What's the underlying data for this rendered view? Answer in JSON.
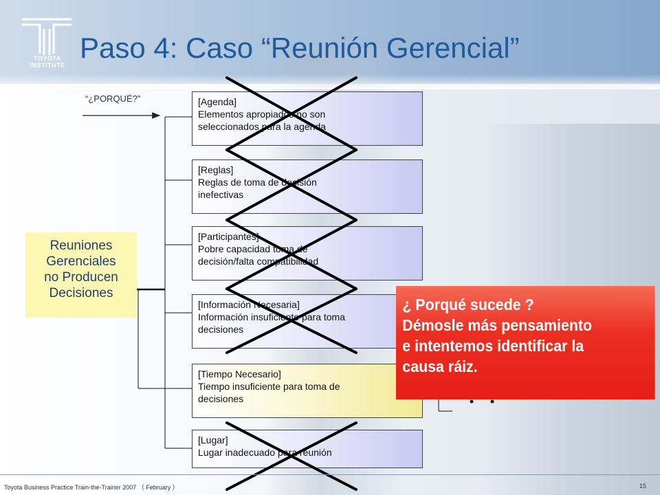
{
  "header": {
    "logo_text": "TOYOTA INSTITUTE",
    "title": "Paso 4: Caso “Reunión Gerencial”"
  },
  "diagram": {
    "why_label": "“¿PORQUÉ?”",
    "root": {
      "lines": [
        "Reuniones",
        "Gerenciales",
        "no Producen",
        "Decisiones"
      ]
    },
    "causes": [
      {
        "category": "[Agenda]",
        "lines": [
          "Elementos apropiados no son",
          "seleccionados para la agenda"
        ],
        "crossed": true
      },
      {
        "category": "[Reglas]",
        "lines": [
          "Reglas de toma de decisión",
          "inefectivas"
        ],
        "crossed": true
      },
      {
        "category": "[Participantes]",
        "lines": [
          "Pobre capacidad toma de",
          "decisión/falta compatibilidad"
        ],
        "crossed": true
      },
      {
        "category": "[Información Necesaria]",
        "lines": [
          "Información insuficiente para toma",
          "decisiones"
        ],
        "crossed": true
      },
      {
        "category": "[Tiempo Necesario]",
        "lines": [
          "Tiempo insuficiente para toma de",
          "decisiones"
        ],
        "crossed": false
      },
      {
        "category": "[Lugar]",
        "lines": [
          "Lugar inadecuado para reunión"
        ],
        "crossed": true
      }
    ],
    "callout": {
      "lines": [
        "¿ Porqué sucede ?",
        "Démosle más pensamiento",
        "e intentemos identificar la",
        "causa ráiz."
      ]
    }
  },
  "footer": {
    "text": "Toyota Business Practice Train-the-Trainer 2007 （ February ）",
    "page": "15"
  },
  "colors": {
    "title": "#1f5a9a",
    "root_fill": "#fcf8b4",
    "box_fill_blue": "#c9c9f2",
    "box_fill_yellow": "#f1ea93",
    "callout": "#e61e16",
    "cross": "#000000"
  }
}
